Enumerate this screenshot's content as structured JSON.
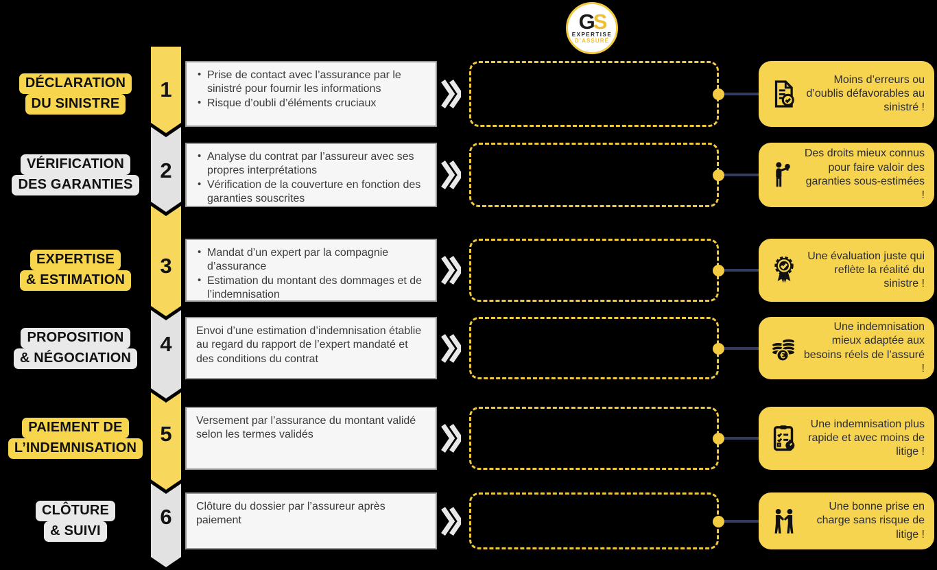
{
  "logo": {
    "g": "G",
    "s": "S",
    "line1": "EXPERTISE",
    "line2": "D’ASSURÉ"
  },
  "colors": {
    "background": "#000000",
    "yellow_accent": "#F6D44F",
    "chevron_yellow": "#F8D85C",
    "chevron_gray": "#E2E2E2",
    "dashed_border": "#EFC83D",
    "connector_navy": "#343B5C",
    "text_dark": "#2C2C34"
  },
  "steps": [
    {
      "number": "1",
      "label_line1": "DÉCLARATION",
      "label_line2": "DU SINISTRE",
      "bullets": [
        "Prise de contact avec l’assurance par le sinistré pour fournir les informations",
        "Risque d’oubli d’éléments cruciaux"
      ],
      "icon": "document-check-icon",
      "benefit": "Moins d’erreurs ou d’oublis défavorables au sinistré !"
    },
    {
      "number": "2",
      "label_line1": "VÉRIFICATION",
      "label_line2": "DES GARANTIES",
      "bullets": [
        "Analyse du contrat par l’assureur avec ses propres interprétations",
        "Vérification de la couverture en fonction des garanties souscrites"
      ],
      "icon": "person-idea-icon",
      "benefit": "Des droits mieux connus pour faire valoir des garanties sous-estimées !"
    },
    {
      "number": "3",
      "label_line1": "EXPERTISE",
      "label_line2": "& ESTIMATION",
      "bullets": [
        "Mandat d’un expert par la compagnie d’assurance",
        "Estimation du montant des dommages et de l’indemnisation"
      ],
      "icon": "medal-check-icon",
      "benefit": "Une évaluation juste qui reflète la réalité du sinistre !"
    },
    {
      "number": "4",
      "label_line1": "PROPOSITION",
      "label_line2": "& NÉGOCIATION",
      "text": "Envoi d’une estimation d’indemnisation établie au regard du rapport de l’expert mandaté et des conditions du contrat",
      "icon": "coins-euro-icon",
      "benefit": "Une indemnisation mieux adaptée aux besoins réels de l’assuré !"
    },
    {
      "number": "5",
      "label_line1": "PAIEMENT DE",
      "label_line2": "L’INDEMNISATION",
      "text": "Versement par l’assurance du montant validé selon les termes validés",
      "icon": "clipboard-timer-icon",
      "benefit": "Une indemnisation plus rapide et avec moins de litige !"
    },
    {
      "number": "6",
      "label_line1": "CLÔTURE",
      "label_line2": "& SUIVI",
      "text": "Clôture du dossier par l’assureur après paiement",
      "icon": "handshake-icon",
      "benefit": "Une bonne prise en charge sans risque de litige !"
    }
  ]
}
